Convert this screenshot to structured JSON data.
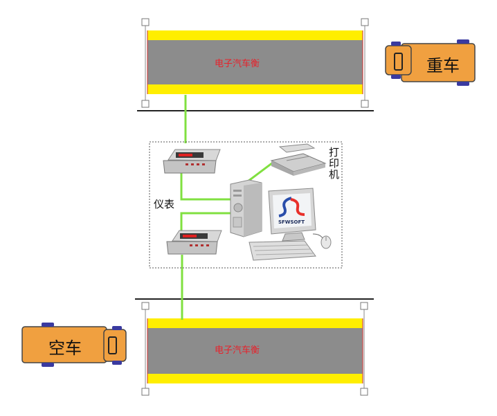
{
  "scales": {
    "top": {
      "label": "电子汽车衡"
    },
    "bottom": {
      "label": "电子汽车衡"
    }
  },
  "trucks": {
    "loaded": {
      "label": "重车",
      "color": "#f0a040"
    },
    "empty": {
      "label": "空车",
      "color": "#f0a040"
    }
  },
  "station": {
    "instrument_label": "仪表",
    "printer_label": "打印机",
    "monitor_logo": "SFWSOFT"
  },
  "colors": {
    "scale_stripe": "#ffee00",
    "scale_deck": "#8c8c8c",
    "cable": "#80e040"
  }
}
